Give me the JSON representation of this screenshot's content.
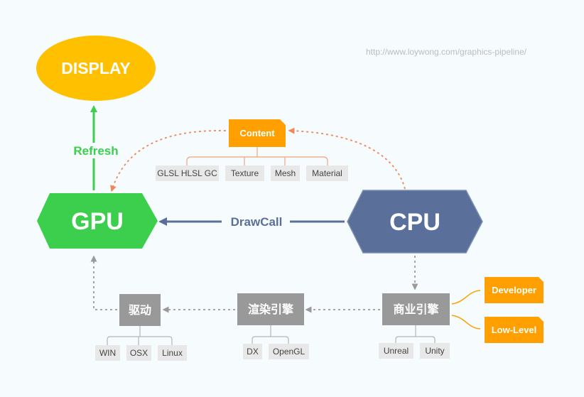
{
  "url_text": "http://www.loywong.com/graphics-pipeline/",
  "display": {
    "label": "DISPLAY",
    "color": "#ffc000"
  },
  "gpu": {
    "label": "GPU",
    "color": "#3ccf4e"
  },
  "cpu": {
    "label": "CPU",
    "color": "#5a6f99"
  },
  "edges": {
    "refresh": "Refresh",
    "drawcall": "DrawCall"
  },
  "content": {
    "label": "Content",
    "items": [
      "GLSL HLSL GC",
      "Texture",
      "Mesh",
      "Material"
    ]
  },
  "commercial_engine": {
    "label": "商业引擎",
    "items": [
      "Unreal",
      "Unity"
    ],
    "branches": [
      "Developer",
      "Low-Level"
    ]
  },
  "render_engine": {
    "label": "渲染引擎",
    "items": [
      "DX",
      "OpenGL"
    ]
  },
  "driver": {
    "label": "驱动",
    "items": [
      "WIN",
      "OSX",
      "Linux"
    ]
  },
  "colors": {
    "orange": "#ff9f00",
    "gray_box": "#999999",
    "leaf_box": "#e8e8e8",
    "dotted_orange": "#f0875a",
    "dotted_gray": "#9a9a9a",
    "background": "#f6fbfd"
  }
}
